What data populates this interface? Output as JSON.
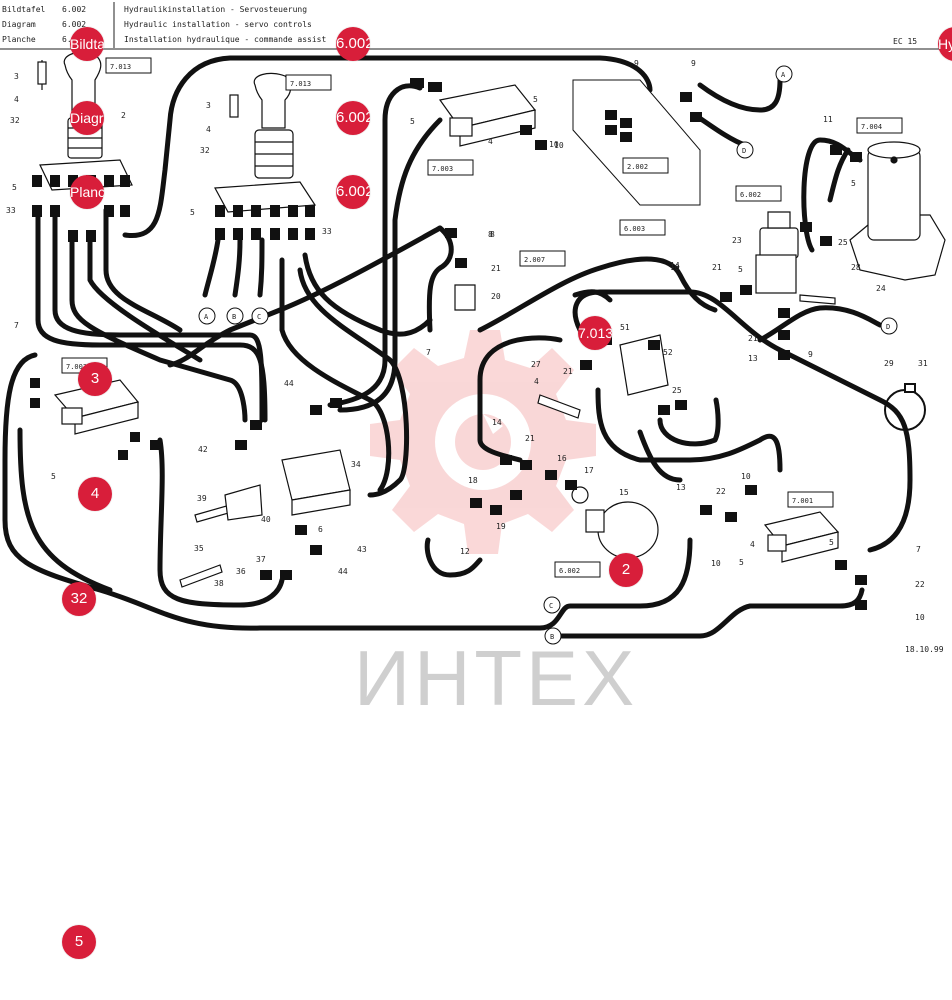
{
  "header": {
    "lines": [
      {
        "key": "Bildtafel",
        "number": "6.002",
        "title": "Hydraulikinstallation - Servosteuerung"
      },
      {
        "key": "Diagram",
        "number": "6.002",
        "title": "Hydraulic installation - servo controls"
      },
      {
        "key": "Planche",
        "number": "6.002",
        "title": "Installation hydraulique - commande assist"
      }
    ],
    "code": "EC 15",
    "date": "18.10.99"
  },
  "watermark": {
    "text": "ИНТЕХ",
    "gear_color": "#f5b8b8"
  },
  "hotspots": [
    {
      "label": "Bildtafel",
      "color": "#d81e3a"
    },
    {
      "label": "6.002",
      "color": "#d81e3a"
    },
    {
      "label": "Hydraulikinstallation",
      "color": "#d81e3a"
    },
    {
      "label": "Diagram",
      "color": "#d81e3a"
    },
    {
      "label": "6.002",
      "color": "#d81e3a"
    },
    {
      "label": "Planche",
      "color": "#d81e3a"
    },
    {
      "label": "6.002",
      "color": "#d81e3a"
    },
    {
      "label": "7.013",
      "color": "#d81e3a"
    },
    {
      "label": "3",
      "color": "#d81e3a"
    },
    {
      "label": "4",
      "color": "#d81e3a"
    },
    {
      "label": "32",
      "color": "#d81e3a"
    },
    {
      "label": "2",
      "color": "#d81e3a"
    },
    {
      "label": "5",
      "color": "#d81e3a"
    }
  ],
  "ref_boxes": [
    "7.013",
    "7.013",
    "7.003",
    "2.002",
    "6.002",
    "6.003",
    "2.007",
    "7.001",
    "6.002",
    "7.004",
    "7.003"
  ],
  "connectors": [
    "A",
    "B",
    "C",
    "D",
    "A",
    "B",
    "C",
    "D"
  ],
  "part_numbers": [
    "3",
    "4",
    "32",
    "2",
    "5",
    "33",
    "3",
    "4",
    "32",
    "5",
    "33",
    "7",
    "8",
    "5",
    "4",
    "10",
    "9",
    "9",
    "5",
    "10",
    "14",
    "11",
    "5",
    "23",
    "25",
    "28",
    "24",
    "8",
    "21",
    "20",
    "27",
    "21",
    "51",
    "52",
    "25",
    "4",
    "10",
    "21",
    "5",
    "21",
    "13",
    "9",
    "29",
    "31",
    "44",
    "42",
    "39",
    "40",
    "35",
    "38",
    "36",
    "37",
    "44",
    "43",
    "34",
    "6",
    "14",
    "21",
    "16",
    "17",
    "15",
    "18",
    "19",
    "12",
    "13",
    "22",
    "10",
    "5",
    "4",
    "5",
    "7",
    "22",
    "10",
    "10",
    "7",
    "5"
  ]
}
